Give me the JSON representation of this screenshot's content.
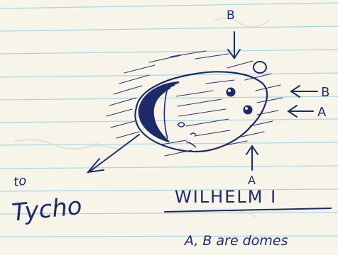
{
  "sketch": {
    "feature_name": "WILHELM I",
    "label_b": "B",
    "label_a": "A",
    "direction_to": "to",
    "direction_target": "Tycho",
    "note": "A, B are domes"
  },
  "colors": {
    "paper": "#f7f4ea",
    "ruled_line": "#9fd0dd",
    "margin_stain": "#e9e3d2",
    "ink": "#1d2a6b"
  }
}
